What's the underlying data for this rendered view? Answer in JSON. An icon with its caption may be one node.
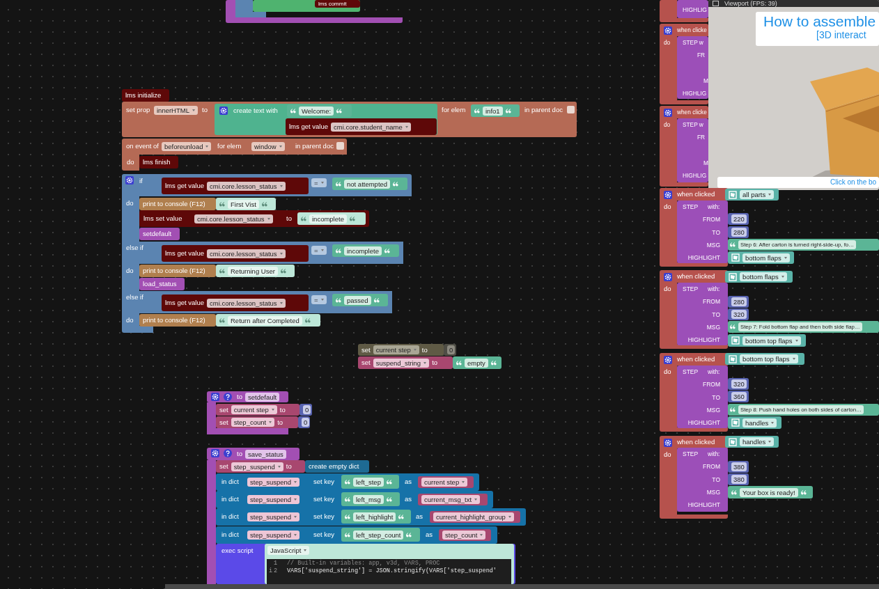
{
  "diagram": {
    "nodes": [
      {
        "text": [],
        "shape": "box"
      },
      {
        "text": [],
        "shape": "box",
        "in": 0
      },
      {
        "text": [],
        "shape": "box",
        "in": 0
      },
      {
        "text": [
          "lms commit"
        ],
        "in": 2
      },
      {
        "text": [
          "lms initialize"
        ]
      },
      {
        "text": [
          "set prop",
          "innerHTML",
          "to",
          "for elem",
          "in parent doc"
        ]
      },
      {
        "text": [
          "create text with"
        ],
        "in": 5
      },
      {
        "text": [
          "Welcome:"
        ],
        "in": 6
      },
      {
        "text": [
          "lms get value",
          "cmi.core.student_name"
        ],
        "in": 6
      },
      {
        "text": [
          "info1"
        ],
        "in": 5
      },
      {
        "text": [
          "on event of",
          "beforeunload",
          "for elem",
          "window",
          "in parent doc",
          "do"
        ]
      },
      {
        "text": [
          "lms finish"
        ],
        "in": 10
      },
      {
        "text": [
          "if",
          "=",
          "do",
          "else if",
          "=",
          "do",
          "else if",
          "=",
          "do"
        ]
      },
      {
        "text": [
          "lms get value",
          "cmi.core.lesson_status"
        ],
        "in": 12
      },
      {
        "text": [
          "not attempted"
        ],
        "in": 12
      },
      {
        "text": [
          "print to console (F12)"
        ],
        "in": 12
      },
      {
        "text": [
          "First Vist"
        ],
        "in": 12
      },
      {
        "text": [
          "lms set value",
          "cmi.core.lesson_status",
          "to"
        ],
        "in": 12
      },
      {
        "text": [
          "incomplete"
        ],
        "in": 17
      },
      {
        "text": [
          "setdefault"
        ],
        "in": 12
      },
      {
        "text": [
          "lms get value",
          "cmi.core.lesson_status"
        ],
        "in": 12
      },
      {
        "text": [
          "incomplete"
        ],
        "in": 12
      },
      {
        "text": [
          "print to console (F12)"
        ],
        "in": 12
      },
      {
        "text": [
          "Returning User"
        ],
        "in": 12
      },
      {
        "text": [
          "load_status"
        ],
        "in": 12
      },
      {
        "text": [
          "lms get value",
          "cmi.core.lesson_status"
        ],
        "in": 12
      },
      {
        "text": [
          "passed"
        ],
        "in": 12
      },
      {
        "text": [
          "print to console (F12)"
        ],
        "in": 12
      },
      {
        "text": [
          "Return after Completed"
        ],
        "in": 12
      },
      {
        "text": [
          "set",
          "current step",
          "to"
        ]
      },
      {
        "text": [
          "0"
        ]
      },
      {
        "text": [
          "set",
          "suspend_string",
          "to"
        ]
      },
      {
        "text": [
          "empty"
        ]
      },
      {
        "text": [
          "to",
          "setdefault"
        ]
      },
      {
        "text": [
          "set",
          "current step",
          "to"
        ]
      },
      {
        "text": [
          "0"
        ]
      },
      {
        "text": [
          "set",
          "step_count",
          "to"
        ]
      },
      {
        "text": [
          "0"
        ]
      },
      {
        "text": [
          "to",
          "save_status"
        ]
      },
      {
        "text": [
          "set",
          "step_suspend",
          "to"
        ]
      },
      {
        "text": [
          "create empty dict"
        ]
      },
      {
        "text": [
          "in dict",
          "step_suspend",
          "set key",
          "as"
        ]
      },
      {
        "text": [
          "left_step"
        ],
        "in": 41
      },
      {
        "text": [
          "current step"
        ],
        "in": 41
      },
      {
        "text": [
          "in dict",
          "step_suspend",
          "set key",
          "as"
        ]
      },
      {
        "text": [
          "left_msg"
        ],
        "in": 44
      },
      {
        "text": [
          "current_msg_txt"
        ],
        "in": 44
      },
      {
        "text": [
          "in dict",
          "step_suspend",
          "set key",
          "as"
        ]
      },
      {
        "text": [
          "left_highlight"
        ],
        "in": 47
      },
      {
        "text": [
          "current_highlight_group"
        ],
        "in": 47
      },
      {
        "text": [
          "in dict",
          "step_suspend",
          "set key",
          "as"
        ]
      },
      {
        "text": [
          "left_step_count"
        ],
        "in": 50
      },
      {
        "text": [
          "step_count"
        ],
        "in": 50
      },
      {
        "text": [
          "exec script"
        ]
      },
      {
        "text": [
          "JavaScript",
          "1",
          "// Built-in variables: app, v3d, VARS, PROC",
          "i",
          "2",
          "VARS['suspend_string'] = JSON.stringify(VARS['step_suspend'"
        ],
        "in": 53
      },
      {
        "text": [],
        "shape": "box"
      },
      {
        "text": [
          "HIGHLIG"
        ],
        "in": 55
      },
      {
        "text": [
          "when clicke",
          "do"
        ]
      },
      {
        "text": [
          "STEP w",
          "FR",
          "M",
          "HIGHLIG"
        ],
        "in": 57
      },
      {
        "text": [
          "when clicke",
          "do"
        ]
      },
      {
        "text": [
          "STEP w",
          "FR",
          "M",
          "HIGHLIG"
        ],
        "in": 59
      },
      {
        "text": [
          "Viewport (FPS: 39)"
        ]
      },
      {
        "text": [
          "How to assemble",
          "[3D interact"
        ],
        "in": 61
      },
      {
        "text": [
          "Click on the bo"
        ],
        "in": 61
      },
      {
        "text": [
          "when clicked",
          "do"
        ]
      },
      {
        "text": [
          "all parts"
        ]
      },
      {
        "text": [
          "STEP",
          "with:",
          "FROM",
          "TO",
          "MSG",
          "HIGHLIGHT"
        ],
        "in": 64
      },
      {
        "text": [
          "220"
        ]
      },
      {
        "text": [
          "280"
        ]
      },
      {
        "text": [
          "Step 6: After carton is turned right-side-up, fo…"
        ]
      },
      {
        "text": [
          "bottom flaps"
        ]
      },
      {
        "text": [
          "when clicked",
          "do"
        ]
      },
      {
        "text": [
          "bottom flaps"
        ]
      },
      {
        "text": [
          "STEP",
          "with:",
          "FROM",
          "TO",
          "MSG",
          "HIGHLIGHT"
        ],
        "in": 71
      },
      {
        "text": [
          "280"
        ]
      },
      {
        "text": [
          "320"
        ]
      },
      {
        "text": [
          "Step 7: Fold bottom flap and then both side flap…"
        ]
      },
      {
        "text": [
          "bottom top flaps"
        ]
      },
      {
        "text": [
          "when clicked",
          "do"
        ]
      },
      {
        "text": [
          "bottom top flaps"
        ]
      },
      {
        "text": [
          "STEP",
          "with:",
          "FROM",
          "TO",
          "MSG",
          "HIGHLIGHT"
        ],
        "in": 78
      },
      {
        "text": [
          "320"
        ]
      },
      {
        "text": [
          "360"
        ]
      },
      {
        "text": [
          "Step 8: Push hand holes on both sides of carton…"
        ]
      },
      {
        "text": [
          "handles"
        ]
      },
      {
        "text": [
          "when clicked",
          "do"
        ]
      },
      {
        "text": [
          "handles"
        ]
      },
      {
        "text": [
          "STEP",
          "with:",
          "FROM",
          "TO",
          "MSG",
          "HIGHLIGHT"
        ],
        "in": 85
      },
      {
        "text": [
          "380"
        ]
      },
      {
        "text": [
          "380"
        ]
      },
      {
        "text": [
          "Your box is ready!"
        ]
      }
    ]
  }
}
